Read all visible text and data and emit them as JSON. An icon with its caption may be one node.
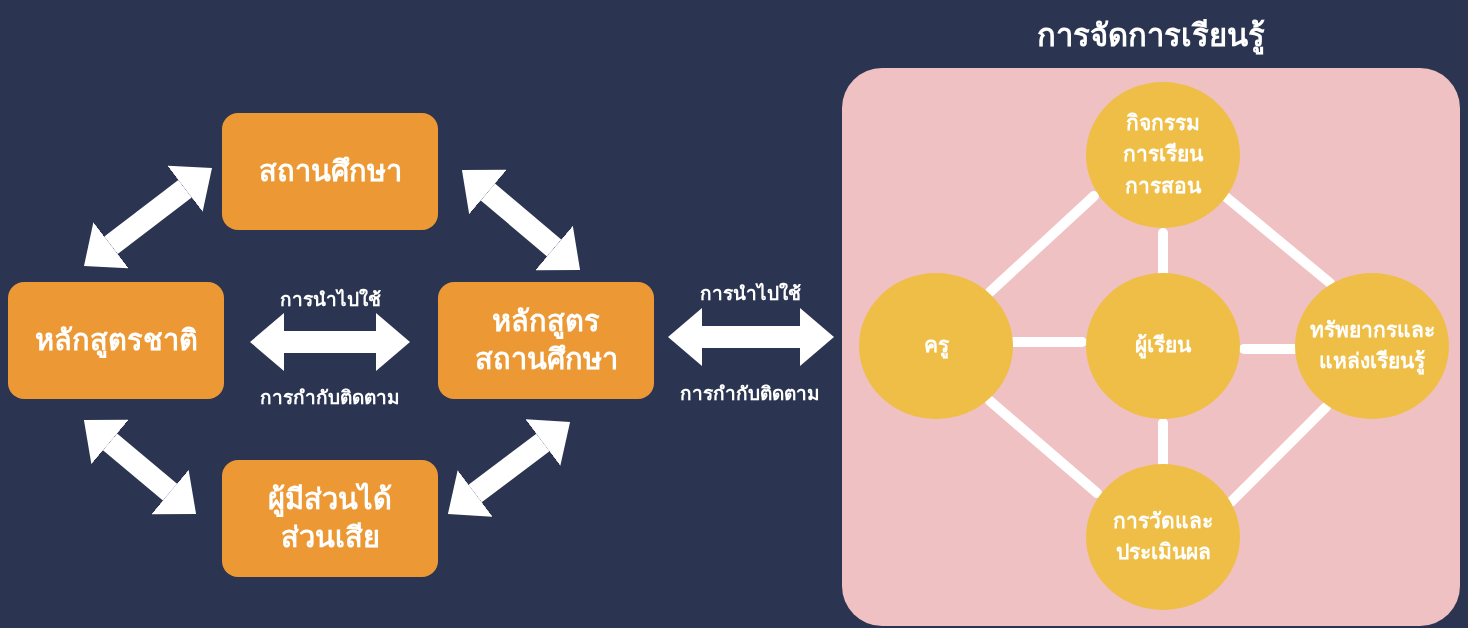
{
  "diagram": {
    "nodes": [
      {
        "text": [
          "สถานศึกษา"
        ]
      },
      {
        "text": [
          "หลักสูตรชาติ"
        ]
      },
      {
        "text": [
          "หลักสูตร สถานศึกษา"
        ]
      },
      {
        "text": [
          "ผู้มีส่วนได้ ส่วนเสีย"
        ]
      },
      {
        "text": [
          "การจัดการเรียนรู้"
        ]
      },
      {
        "text": [
          "กิจกรรม การเรียน การสอน"
        ],
        "in": 4
      },
      {
        "text": [
          "ครู"
        ],
        "in": 4
      },
      {
        "text": [
          "ผู้เรียน"
        ],
        "in": 4
      },
      {
        "text": [
          "ทรัพยากรและ แหล่งเรียนรู้"
        ],
        "in": 4
      },
      {
        "text": [
          "การวัดและ ประเมินผล"
        ],
        "in": 4
      }
    ],
    "edges": [
      {
        "from": 0,
        "to": 1,
        "arrow": "both",
        "style": "thick"
      },
      {
        "from": 0,
        "to": 2,
        "arrow": "both",
        "style": "thick"
      },
      {
        "from": 1,
        "to": 2,
        "arrow": "both",
        "style": "thick",
        "label": "การนำไปใช้"
      },
      {
        "from": 2,
        "to": 4,
        "arrow": "both",
        "style": "thick",
        "label": "การนำไปใช้"
      },
      {
        "from": 1,
        "to": 3,
        "arrow": "both",
        "style": "thick"
      },
      {
        "from": 3,
        "to": 2,
        "arrow": "both",
        "style": "thick"
      },
      {
        "from": 5,
        "to": 6,
        "arrow": "none"
      },
      {
        "from": 5,
        "to": 7,
        "arrow": "none"
      },
      {
        "from": 5,
        "to": 8,
        "arrow": "none"
      },
      {
        "from": 6,
        "to": 7,
        "arrow": "none"
      },
      {
        "from": 7,
        "to": 8,
        "arrow": "none"
      },
      {
        "from": 6,
        "to": 9,
        "arrow": "none"
      },
      {
        "from": 7,
        "to": 9,
        "arrow": "none"
      },
      {
        "from": 8,
        "to": 9,
        "arrow": "none"
      }
    ],
    "labels": [
      "การกำกับติดตาม",
      "การกำกับติดตาม"
    ]
  }
}
